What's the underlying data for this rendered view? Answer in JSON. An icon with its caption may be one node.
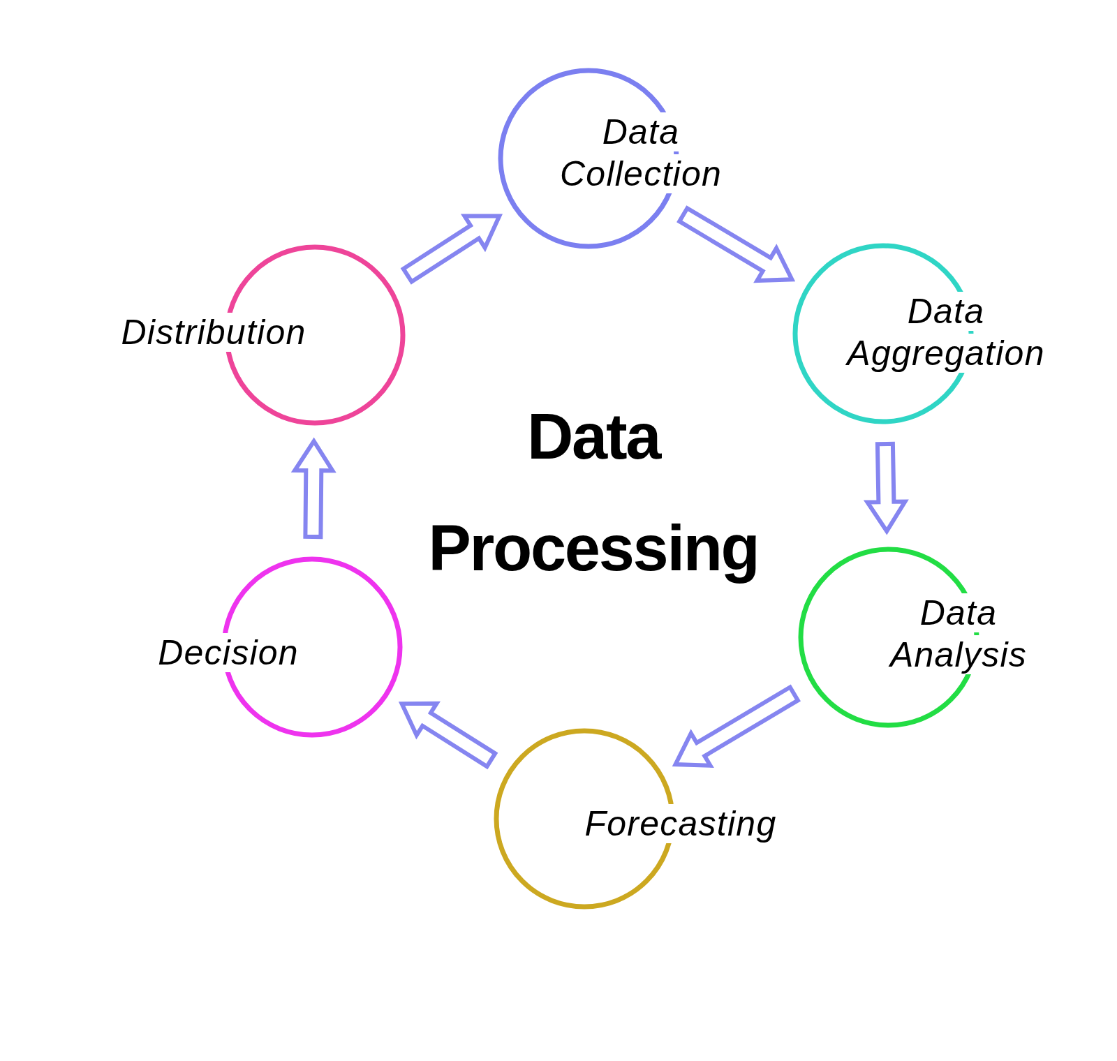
{
  "diagram": {
    "title": "Data Processing",
    "nodes": [
      {
        "text": [
          "Data Collection"
        ]
      },
      {
        "text": [
          "Data Aggregation"
        ]
      },
      {
        "text": [
          "Data Analysis"
        ]
      },
      {
        "text": [
          "Forecasting"
        ]
      },
      {
        "text": [
          "Decision"
        ]
      },
      {
        "text": [
          "Distribution"
        ]
      }
    ],
    "edges": [
      {
        "from": 0,
        "to": 1,
        "arrow": "to"
      },
      {
        "from": 1,
        "to": 2,
        "arrow": "to"
      },
      {
        "from": 2,
        "to": 3,
        "arrow": "to"
      },
      {
        "from": 3,
        "to": 4,
        "arrow": "to"
      },
      {
        "from": 4,
        "to": 5,
        "arrow": "to"
      },
      {
        "from": 5,
        "to": 0,
        "arrow": "to"
      }
    ]
  }
}
